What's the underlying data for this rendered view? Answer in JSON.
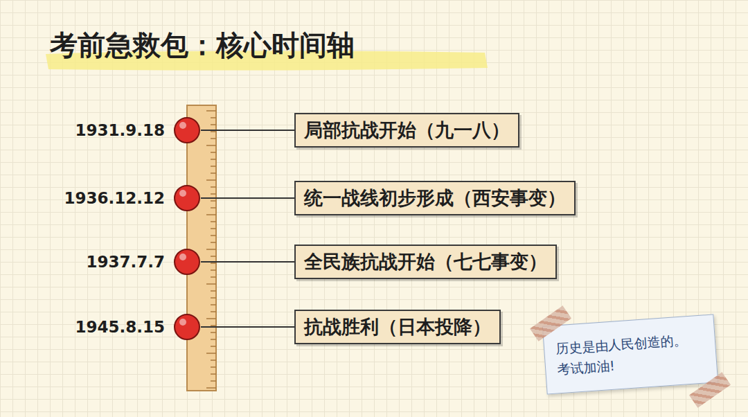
{
  "diagram": {
    "title": "考前急救包：核心时间轴",
    "nodes": [
      {
        "text": [
          "局部抗战开始（九一八）"
        ]
      },
      {
        "text": [
          "统一战线初步形成（西安事变）"
        ]
      },
      {
        "text": [
          "全民族抗战开始（七七事变）"
        ]
      },
      {
        "text": [
          "抗战胜利（日本投降）"
        ]
      },
      {
        "text": [
          "历史是由人民创造的。",
          "考试加油!"
        ]
      }
    ],
    "labels": [
      "1931.9.18",
      "1936.12.12",
      "1937.7.7",
      "1945.8.15"
    ]
  }
}
